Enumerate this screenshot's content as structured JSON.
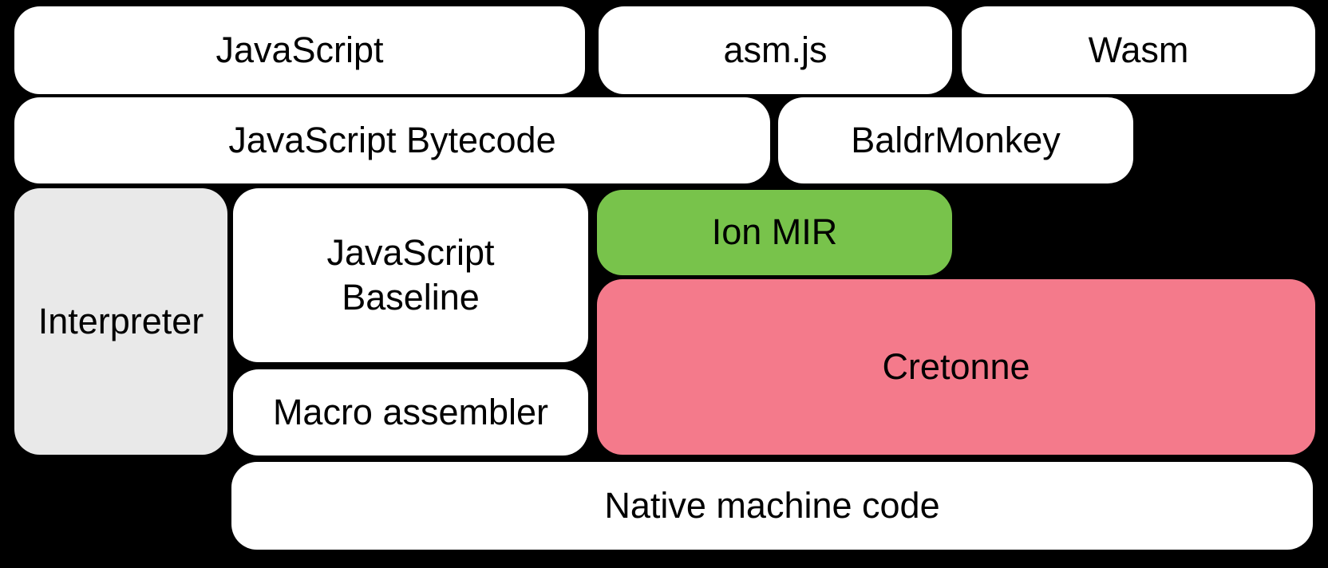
{
  "colors": {
    "background": "#000000",
    "default_box_fill": "#ffffff",
    "interpreter_fill": "#e9e9e9",
    "ion_mir_fill": "#78c34b",
    "cretonne_fill": "#f47a8b",
    "text": "#000000"
  },
  "nodes": {
    "javascript": {
      "label": "JavaScript",
      "fill": "#ffffff"
    },
    "asmjs": {
      "label": "asm.js",
      "fill": "#ffffff"
    },
    "wasm": {
      "label": "Wasm",
      "fill": "#ffffff"
    },
    "bytecode": {
      "label": "JavaScript Bytecode",
      "fill": "#ffffff"
    },
    "baldrmonkey": {
      "label": "BaldrMonkey",
      "fill": "#ffffff"
    },
    "interpreter": {
      "label": "Interpreter",
      "fill": "#e9e9e9"
    },
    "baseline": {
      "lines": [
        "JavaScript",
        "Baseline"
      ],
      "fill": "#ffffff"
    },
    "ionmir": {
      "label": "Ion MIR",
      "fill": "#78c34b"
    },
    "cretonne": {
      "label": "Cretonne",
      "fill": "#f47a8b"
    },
    "macro_assembler": {
      "label": "Macro assembler",
      "fill": "#ffffff"
    },
    "native_code": {
      "label": "Native machine code",
      "fill": "#ffffff"
    }
  }
}
